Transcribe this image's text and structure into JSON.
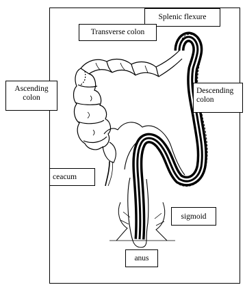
{
  "labels": {
    "splenic_flexure": "Splenic flexure",
    "transverse_colon": "Transverse colon",
    "ascending_colon": "Ascending\ncolon",
    "descending_colon": "Descending\ncolon",
    "ceacum": "ceacum",
    "sigmoid": "sigmoid",
    "anus": "anus"
  },
  "colors": {
    "ink": "#000000",
    "paper": "#ffffff",
    "tube_dark": "#1a1a1a"
  }
}
